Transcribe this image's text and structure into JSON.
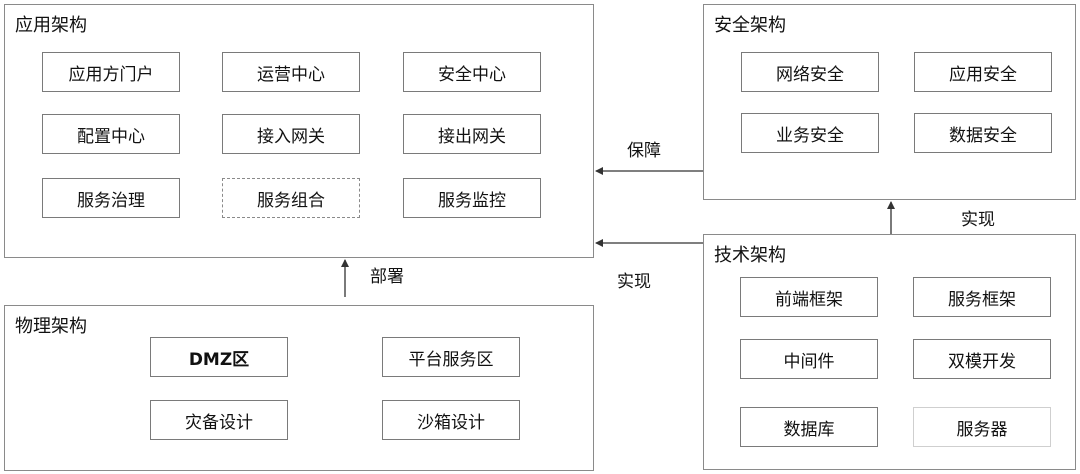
{
  "application": {
    "title": "应用架构",
    "items": [
      "应用方门户",
      "运营中心",
      "安全中心",
      "配置中心",
      "接入网关",
      "接出网关",
      "服务治理",
      "服务组合",
      "服务监控"
    ]
  },
  "security": {
    "title": "安全架构",
    "items": [
      "网络安全",
      "应用安全",
      "业务安全",
      "数据安全"
    ]
  },
  "technology": {
    "title": "技术架构",
    "items": [
      "前端框架",
      "服务框架",
      "中间件",
      "双模开发",
      "数据库",
      "服务器"
    ]
  },
  "physical": {
    "title": "物理架构",
    "items": [
      "DMZ区",
      "平台服务区",
      "灾备设计",
      "沙箱设计"
    ]
  },
  "relations": {
    "security_to_app": "保障",
    "tech_to_app": "实现",
    "tech_to_security": "实现",
    "physical_to_app": "部署"
  }
}
